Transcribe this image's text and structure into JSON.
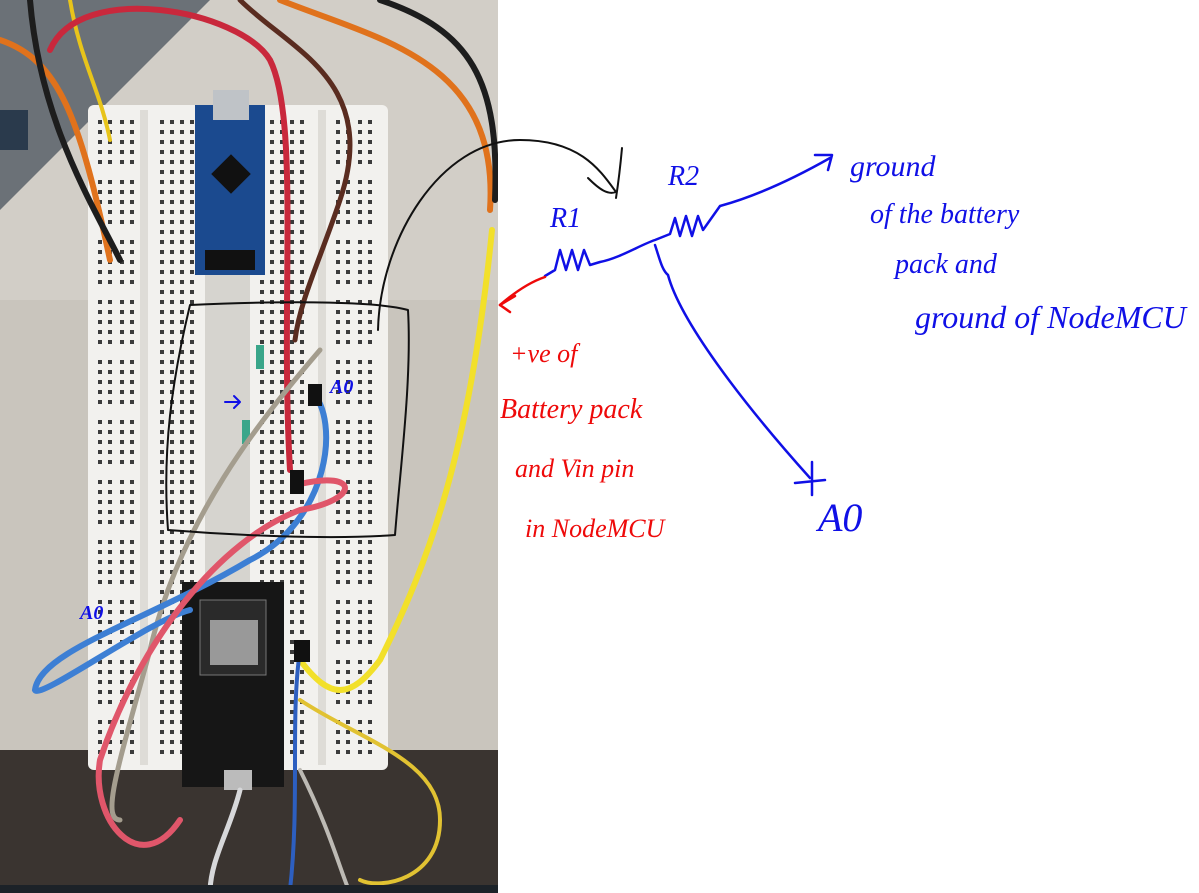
{
  "photo": {
    "labels": {
      "a0_resistor": "A0",
      "a0_nodemcu": "A0"
    }
  },
  "sketch": {
    "r1_label": "R1",
    "r2_label": "R2",
    "positive_note": [
      "+ve of",
      "Battery pack",
      "and Vin pin",
      "in NodeMCU"
    ],
    "ground_note": [
      "ground",
      "of the battery",
      "pack and",
      "ground of NodeMCU"
    ],
    "a0_label": "A0"
  },
  "colors": {
    "ink_blue": "#1010e6",
    "ink_red": "#ee0a0a",
    "ink_black": "#111111"
  }
}
